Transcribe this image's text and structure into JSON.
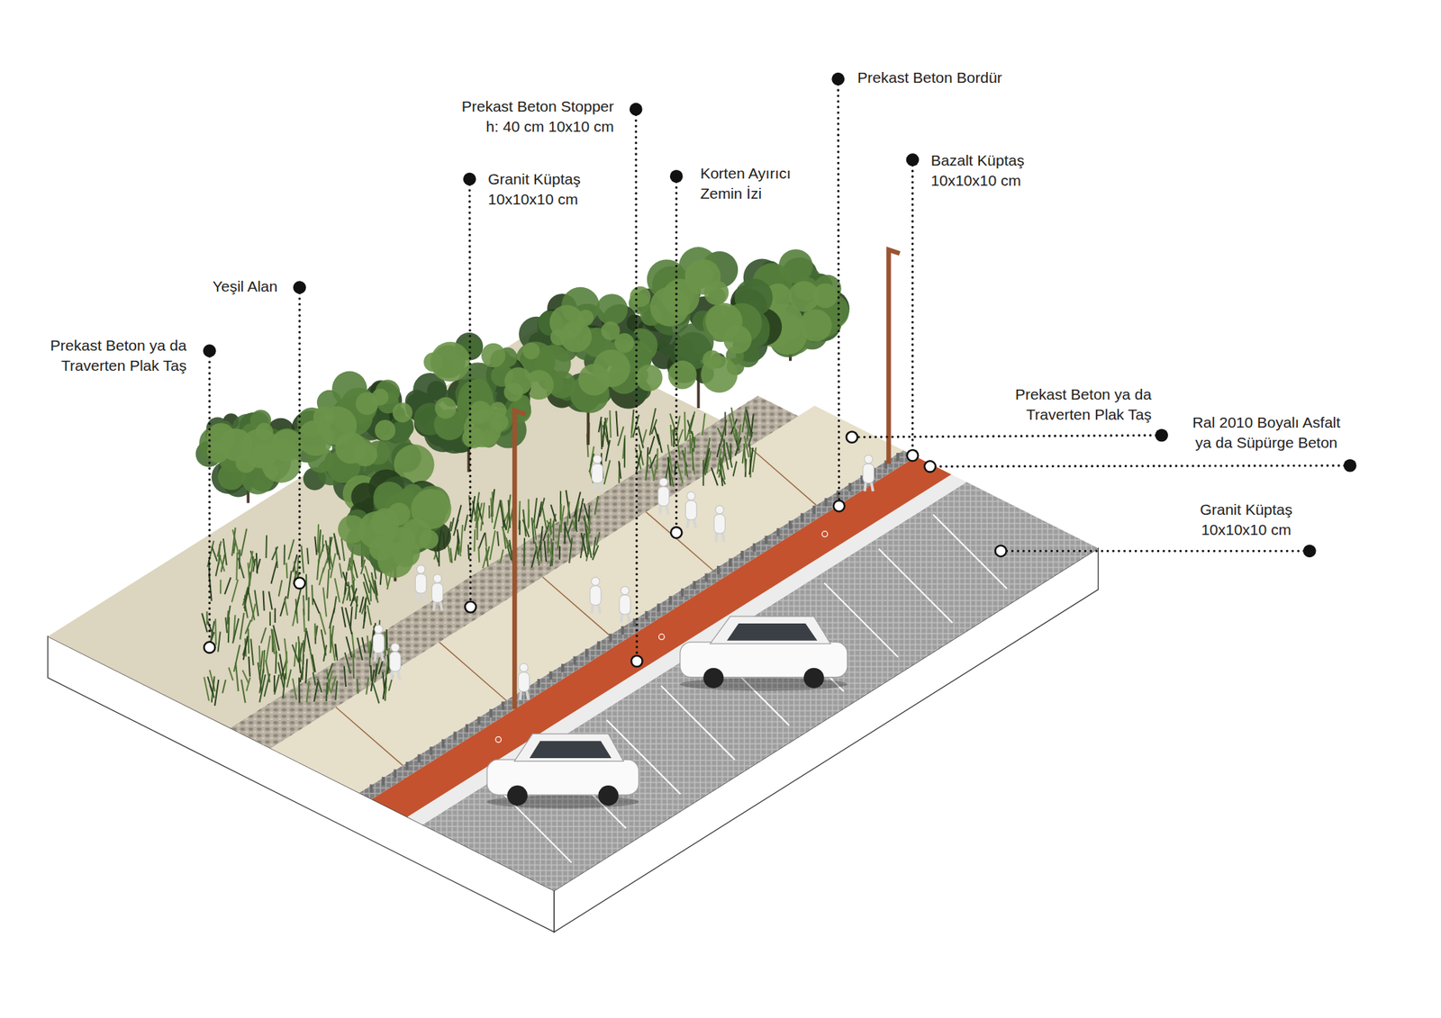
{
  "diagram": {
    "labels": [
      "Prekast Beton Stopper h: 40 cm 10x10 cm",
      "Prekast Beton Bordür",
      "Granit Küptaş 10x10x10 cm",
      "Korten Ayırıcı Zemin İzi",
      "Bazalt Küptaş 10x10x10 cm",
      "Yeşil Alan",
      "Prekast Beton ya da Traverten Plak Taş",
      "Prekast Beton ya da Traverten Plak Taş",
      "Ral 2010 Boyalı Asfalt ya da Süpürge Beton",
      "Granit Küptaş 10x10x10 cm"
    ]
  }
}
